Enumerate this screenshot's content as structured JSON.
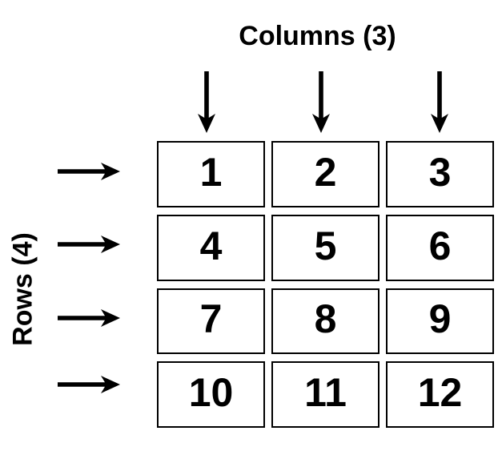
{
  "diagram": {
    "title": "Columns (3)",
    "rows_label": "Rows (4)",
    "columns_count": 3,
    "rows_count": 4,
    "colors": {
      "ink": "#000000",
      "background": "#ffffff"
    },
    "icons": {
      "column_pointer": "down-arrow-icon",
      "row_pointer": "right-arrow-icon",
      "column_pointer_count": 3,
      "row_pointer_count": 4
    }
  },
  "grid": {
    "cells": [
      "1",
      "2",
      "3",
      "4",
      "5",
      "6",
      "7",
      "8",
      "9",
      "10",
      "11",
      "12"
    ]
  }
}
